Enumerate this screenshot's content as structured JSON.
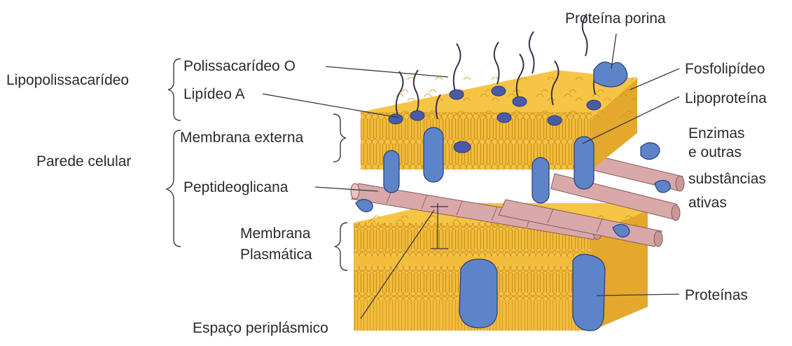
{
  "labels": {
    "lipopolissacarideo": "Lipopolissacarídeo",
    "polissacarideo_o": "Polissacarídeo O",
    "lipideo_a": "Lipídeo A",
    "parede_celular": "Parede celular",
    "membrana_externa": "Membrana externa",
    "peptideoglicana": "Peptideoglicana",
    "membrana_plasmatica_1": "Membrana",
    "membrana_plasmatica_2": "Plasmática",
    "espaco_periplasmico": "Espaço periplásmico",
    "proteina_porina": "Proteína porina",
    "fosfolipideo": "Fosfolipídeo",
    "lipoproteina": "Lipoproteína",
    "enzimas_1": "Enzimas",
    "enzimas_2": "e outras",
    "enzimas_3": "substâncias",
    "enzimas_4": "ativas",
    "proteinas": "Proteínas"
  },
  "colors": {
    "membrane_top": "#f6c545",
    "membrane_side": "#e9b030",
    "lipid_head": "#f4c24a",
    "lipid_tail": "#d49a20",
    "protein": "#5d84c8",
    "protein_dark": "#3a5fa8",
    "cylinder": "#d9a8a8",
    "cylinder_dark": "#b98484",
    "lps_chain": "#3b2f4a",
    "lps_head": "#4a5aa8"
  }
}
